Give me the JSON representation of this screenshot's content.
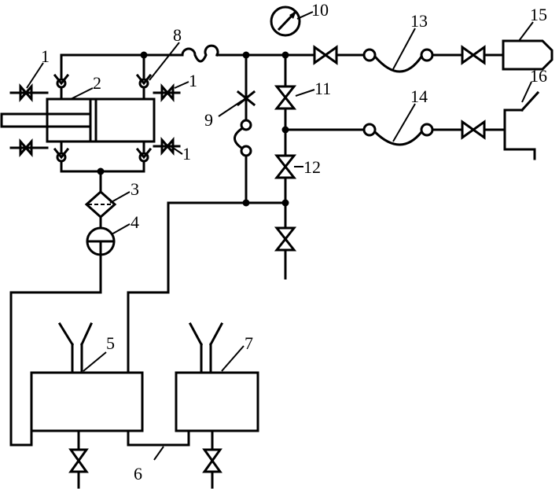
{
  "labels": {
    "l1a": "1",
    "l1b": "1",
    "l1c": "1",
    "l2": "2",
    "l3": "3",
    "l4": "4",
    "l5": "5",
    "l6": "6",
    "l7": "7",
    "l8": "8",
    "l9": "9",
    "l10": "10",
    "l11": "11",
    "l12": "12",
    "l13": "13",
    "l14": "14",
    "l15": "15",
    "l16": "16"
  }
}
